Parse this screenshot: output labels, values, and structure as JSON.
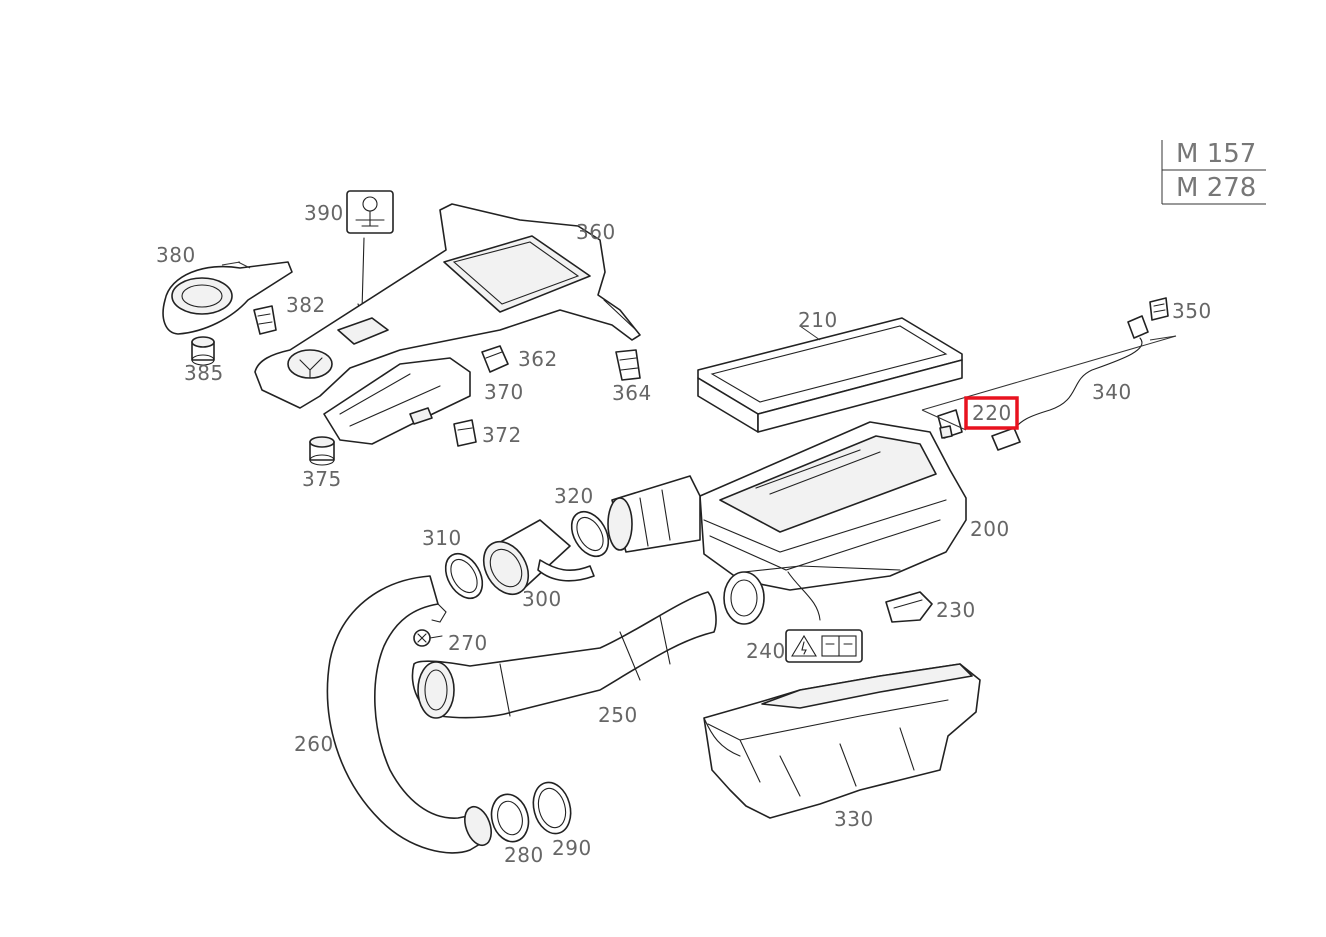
{
  "engine_codes": [
    "M 157",
    "M 278"
  ],
  "highlight_color": "#e8121f",
  "highlighted_part": "220",
  "part_labels": {
    "p380": "380",
    "p390": "390",
    "p360": "360",
    "p382": "382",
    "p385": "385",
    "p362": "362",
    "p370": "370",
    "p364": "364",
    "p372": "372",
    "p375": "375",
    "p210": "210",
    "p350": "350",
    "p340": "340",
    "p220": "220",
    "p320": "320",
    "p200": "200",
    "p310": "310",
    "p300": "300",
    "p230": "230",
    "p270": "270",
    "p240": "240",
    "p250": "250",
    "p260": "260",
    "p330": "330",
    "p280": "280",
    "p290": "290"
  },
  "icons": [
    "pipette-warning-icon",
    "electric-warning-icon",
    "service-manual-icon"
  ]
}
